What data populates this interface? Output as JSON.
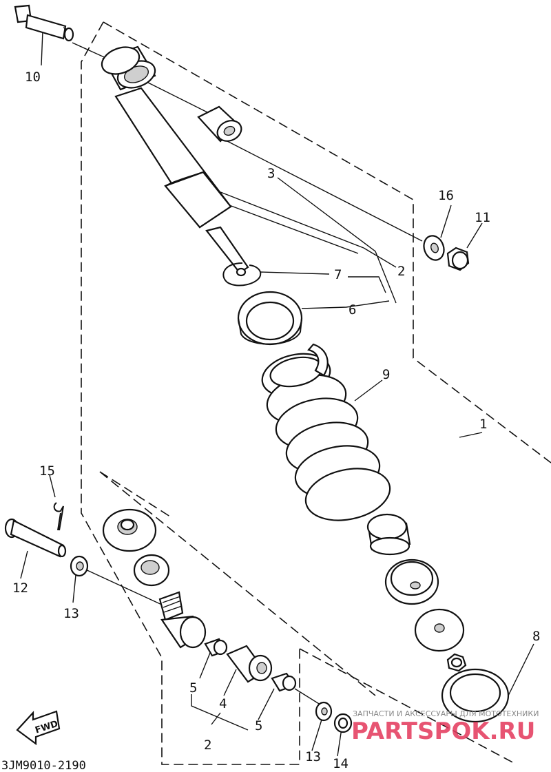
{
  "diagram": {
    "callouts": [
      {
        "id": "c1",
        "text": "1"
      },
      {
        "id": "c2a",
        "text": "2"
      },
      {
        "id": "c2b",
        "text": "2"
      },
      {
        "id": "c3",
        "text": "3"
      },
      {
        "id": "c4",
        "text": "4"
      },
      {
        "id": "c5a",
        "text": "5"
      },
      {
        "id": "c5b",
        "text": "5"
      },
      {
        "id": "c6",
        "text": "6"
      },
      {
        "id": "c7",
        "text": "7"
      },
      {
        "id": "c8",
        "text": "8"
      },
      {
        "id": "c9",
        "text": "9"
      },
      {
        "id": "c10",
        "text": "10"
      },
      {
        "id": "c11",
        "text": "11"
      },
      {
        "id": "c12",
        "text": "12"
      },
      {
        "id": "c13a",
        "text": "13"
      },
      {
        "id": "c13b",
        "text": "13"
      },
      {
        "id": "c14",
        "text": "14"
      },
      {
        "id": "c15",
        "text": "15"
      },
      {
        "id": "c16",
        "text": "16"
      }
    ],
    "fwd_label": "FWD",
    "drawing_code": "3JM9010-2190",
    "watermark": {
      "line1": "ЗАПЧАСТИ И АКСЕССУАРЫ ДЛЯ МОТОТЕХНИКИ",
      "line2": "PARTSPOK.RU",
      "color": "#e3375a"
    }
  }
}
